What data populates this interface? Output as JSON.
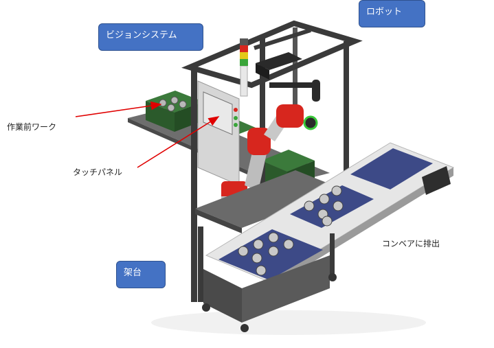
{
  "colors": {
    "callout_fill": "#4472c4",
    "callout_border": "#2f528f",
    "arrow": "#e00000",
    "robot_red": "#d7261e",
    "frame": "#3d3d3d",
    "tray_green": "#2f5e2f",
    "conveyor_plate": "#3d4a87"
  },
  "callouts": {
    "vision_system": "ビジョンシステム",
    "robot": "ロボット",
    "frame_stand": "架台"
  },
  "labels": {
    "pre_work": "作業前ワーク",
    "touch_panel": "タッチパネル",
    "conveyor_out": "コンベアに排出"
  }
}
